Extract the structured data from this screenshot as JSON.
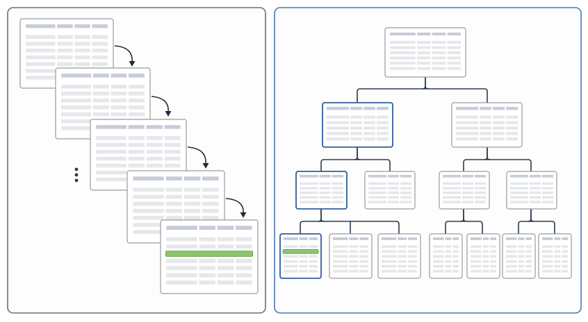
{
  "colors": {
    "left_panel_border": "#6e6e6e",
    "right_panel_border": "#4a78b4",
    "card_border": "#9a9a9a",
    "highlight_card_border": "#2f5d9a",
    "header_cell": "#c6ccd8",
    "body_cell": "#e6e7ea",
    "highlight_row": "#8cc56c",
    "connector": "#2b3a4e"
  },
  "left_panel": {
    "stacked_tables": 5,
    "continuation_marker": "vertical-ellipsis",
    "highlighted_row_on_last_table": true
  },
  "right_panel": {
    "tree_levels": [
      1,
      2,
      4,
      7
    ],
    "highlighted_path": [
      "root",
      "level-2-left",
      "level-3-first",
      "leaf-first"
    ]
  }
}
